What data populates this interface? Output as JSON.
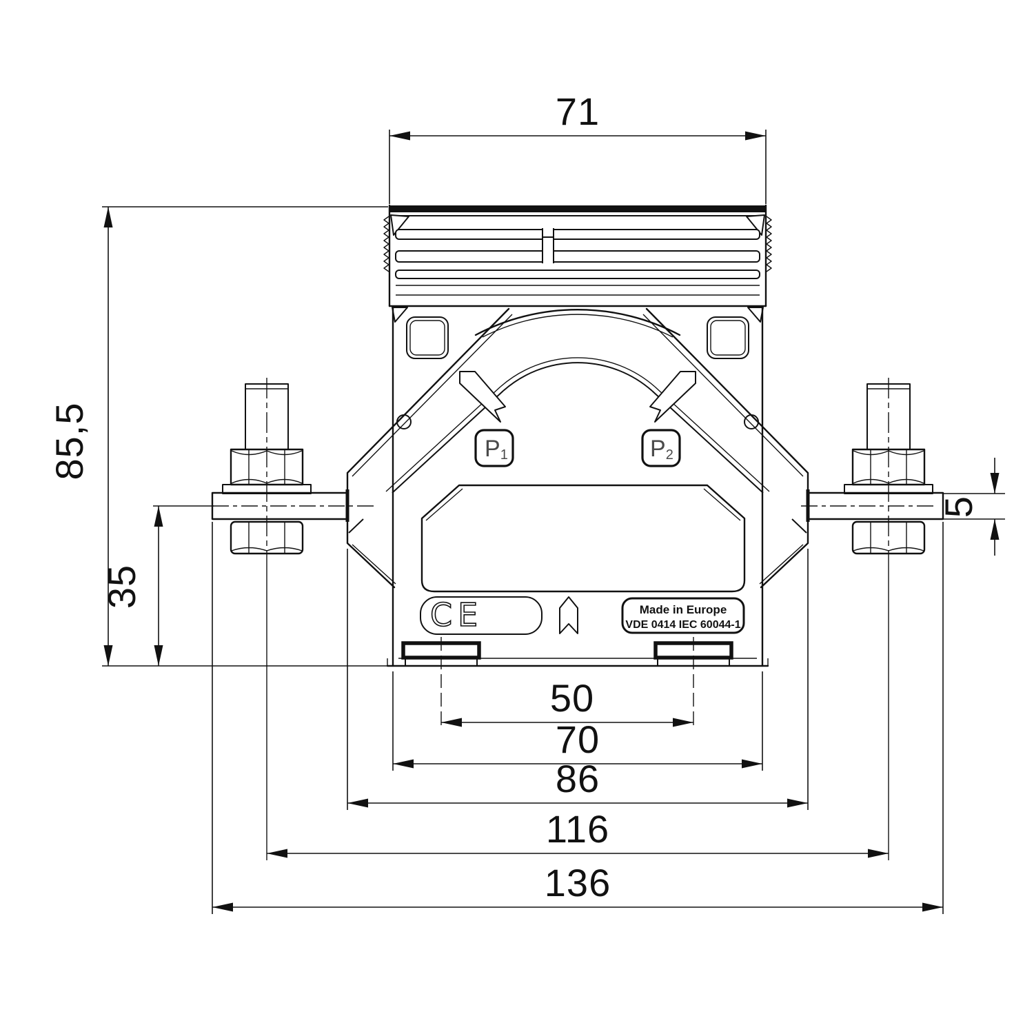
{
  "dimensions": {
    "top_width": "71",
    "overall_height": "85,5",
    "busbar_axis_to_bottom": "35",
    "busbar_thickness": "5",
    "foot_slot_spacing": "50",
    "body_width": "70",
    "base_width": "86",
    "terminal_spacing": "116",
    "busbar_length": "136"
  },
  "markings": {
    "p1": {
      "letter": "P",
      "sub": "1"
    },
    "p2": {
      "letter": "P",
      "sub": "2"
    },
    "ce_mark": "CE",
    "made_in": "Made in Europe",
    "standard": "VDE 0414 IEC 60044-1"
  },
  "colors": {
    "line": "#111111",
    "background": "#ffffff"
  }
}
